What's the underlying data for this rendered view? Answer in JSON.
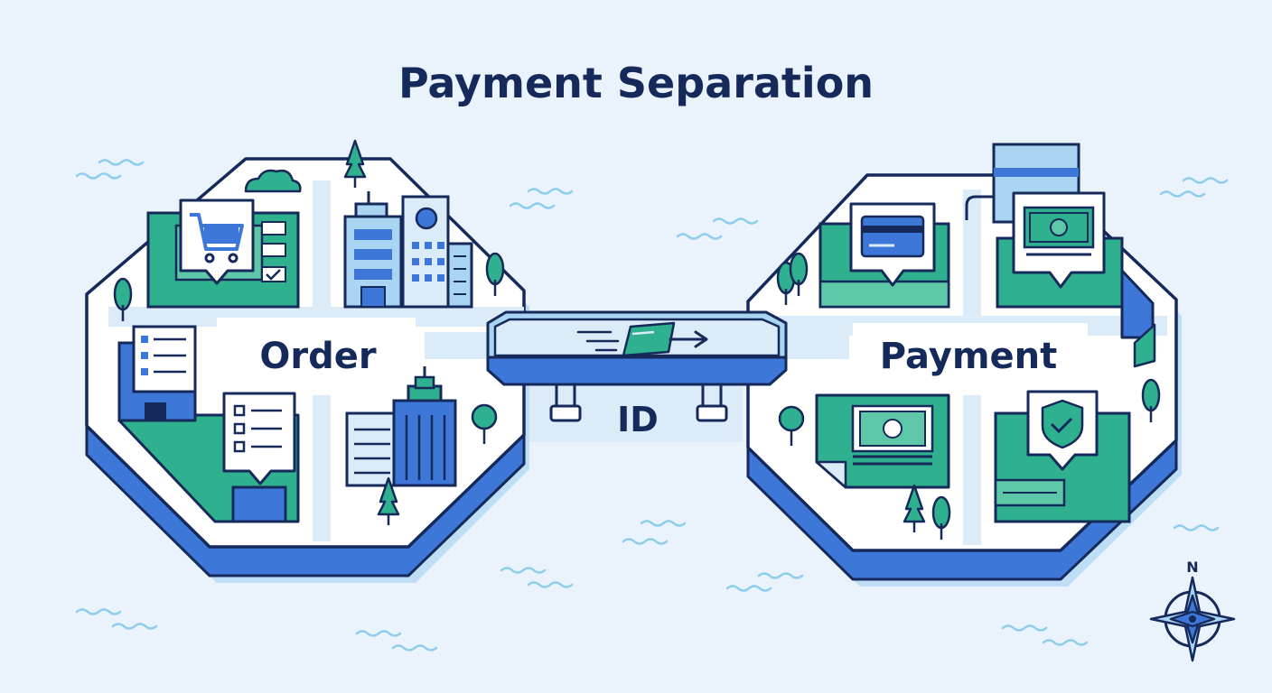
{
  "title": "Payment Separation",
  "order_island": {
    "label": "Order"
  },
  "payment_island": {
    "label": "Payment"
  },
  "bridge": {
    "label": "ID"
  },
  "compass": {
    "label": "N"
  },
  "colors": {
    "navy": "#15295a",
    "blue": "#3d78d8",
    "light_blue": "#a9d4f2",
    "pale_blue": "#dcebf8",
    "teal": "#2fb08e",
    "teal_light": "#5ec7a8",
    "water": "#8fcdee",
    "background": "#eaf3fb"
  },
  "icons": [
    "shopping-cart-icon",
    "checklist-icon",
    "document-list-icon",
    "building-icon",
    "tree-icon",
    "cloud-icon",
    "credit-card-icon",
    "banknote-icon",
    "shield-check-icon",
    "id-card-icon",
    "arrow-right-icon",
    "compass-rose-icon"
  ]
}
